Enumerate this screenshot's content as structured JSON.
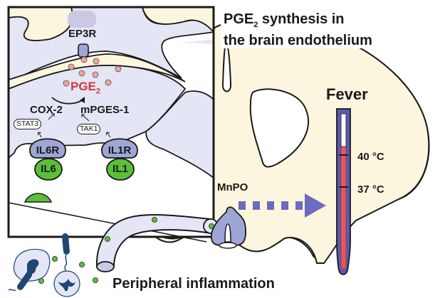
{
  "title": {
    "line1_prefix": "PGE",
    "line1_sub": "2",
    "line1_suffix": " synthesis in",
    "line2": "the brain endothelium"
  },
  "inset": {
    "receptor": "EP3R",
    "product_prefix": "PGE",
    "product_sub": "2",
    "enzyme1": "COX-2",
    "enzyme2": "mPGES-1",
    "signal1": "STAT3",
    "signal2": "TAK1",
    "receptor1": "IL6R",
    "receptor2": "IL1R",
    "ligand1": "IL6",
    "ligand2": "IL1"
  },
  "brain": {
    "nucleus": "MnPO"
  },
  "fever": {
    "title": "Fever",
    "mark_high": "40 °C",
    "mark_low": "37 °C",
    "fill_level": 0.8
  },
  "periphery": {
    "label": "Peripheral inflammation"
  },
  "colors": {
    "brain": "#fcf6de",
    "endothelium": "#e4e6f5",
    "receptor": "#9ea6d6",
    "arrow": "#6b6bbf",
    "thermometer": "#5a5ab0",
    "mercury": "#e05a5a",
    "cytokine": "#5bbf3a",
    "pge2_dot": "#f3a3a0",
    "pge2_text": "#d9343a",
    "immune_dark": "#1d4775"
  }
}
